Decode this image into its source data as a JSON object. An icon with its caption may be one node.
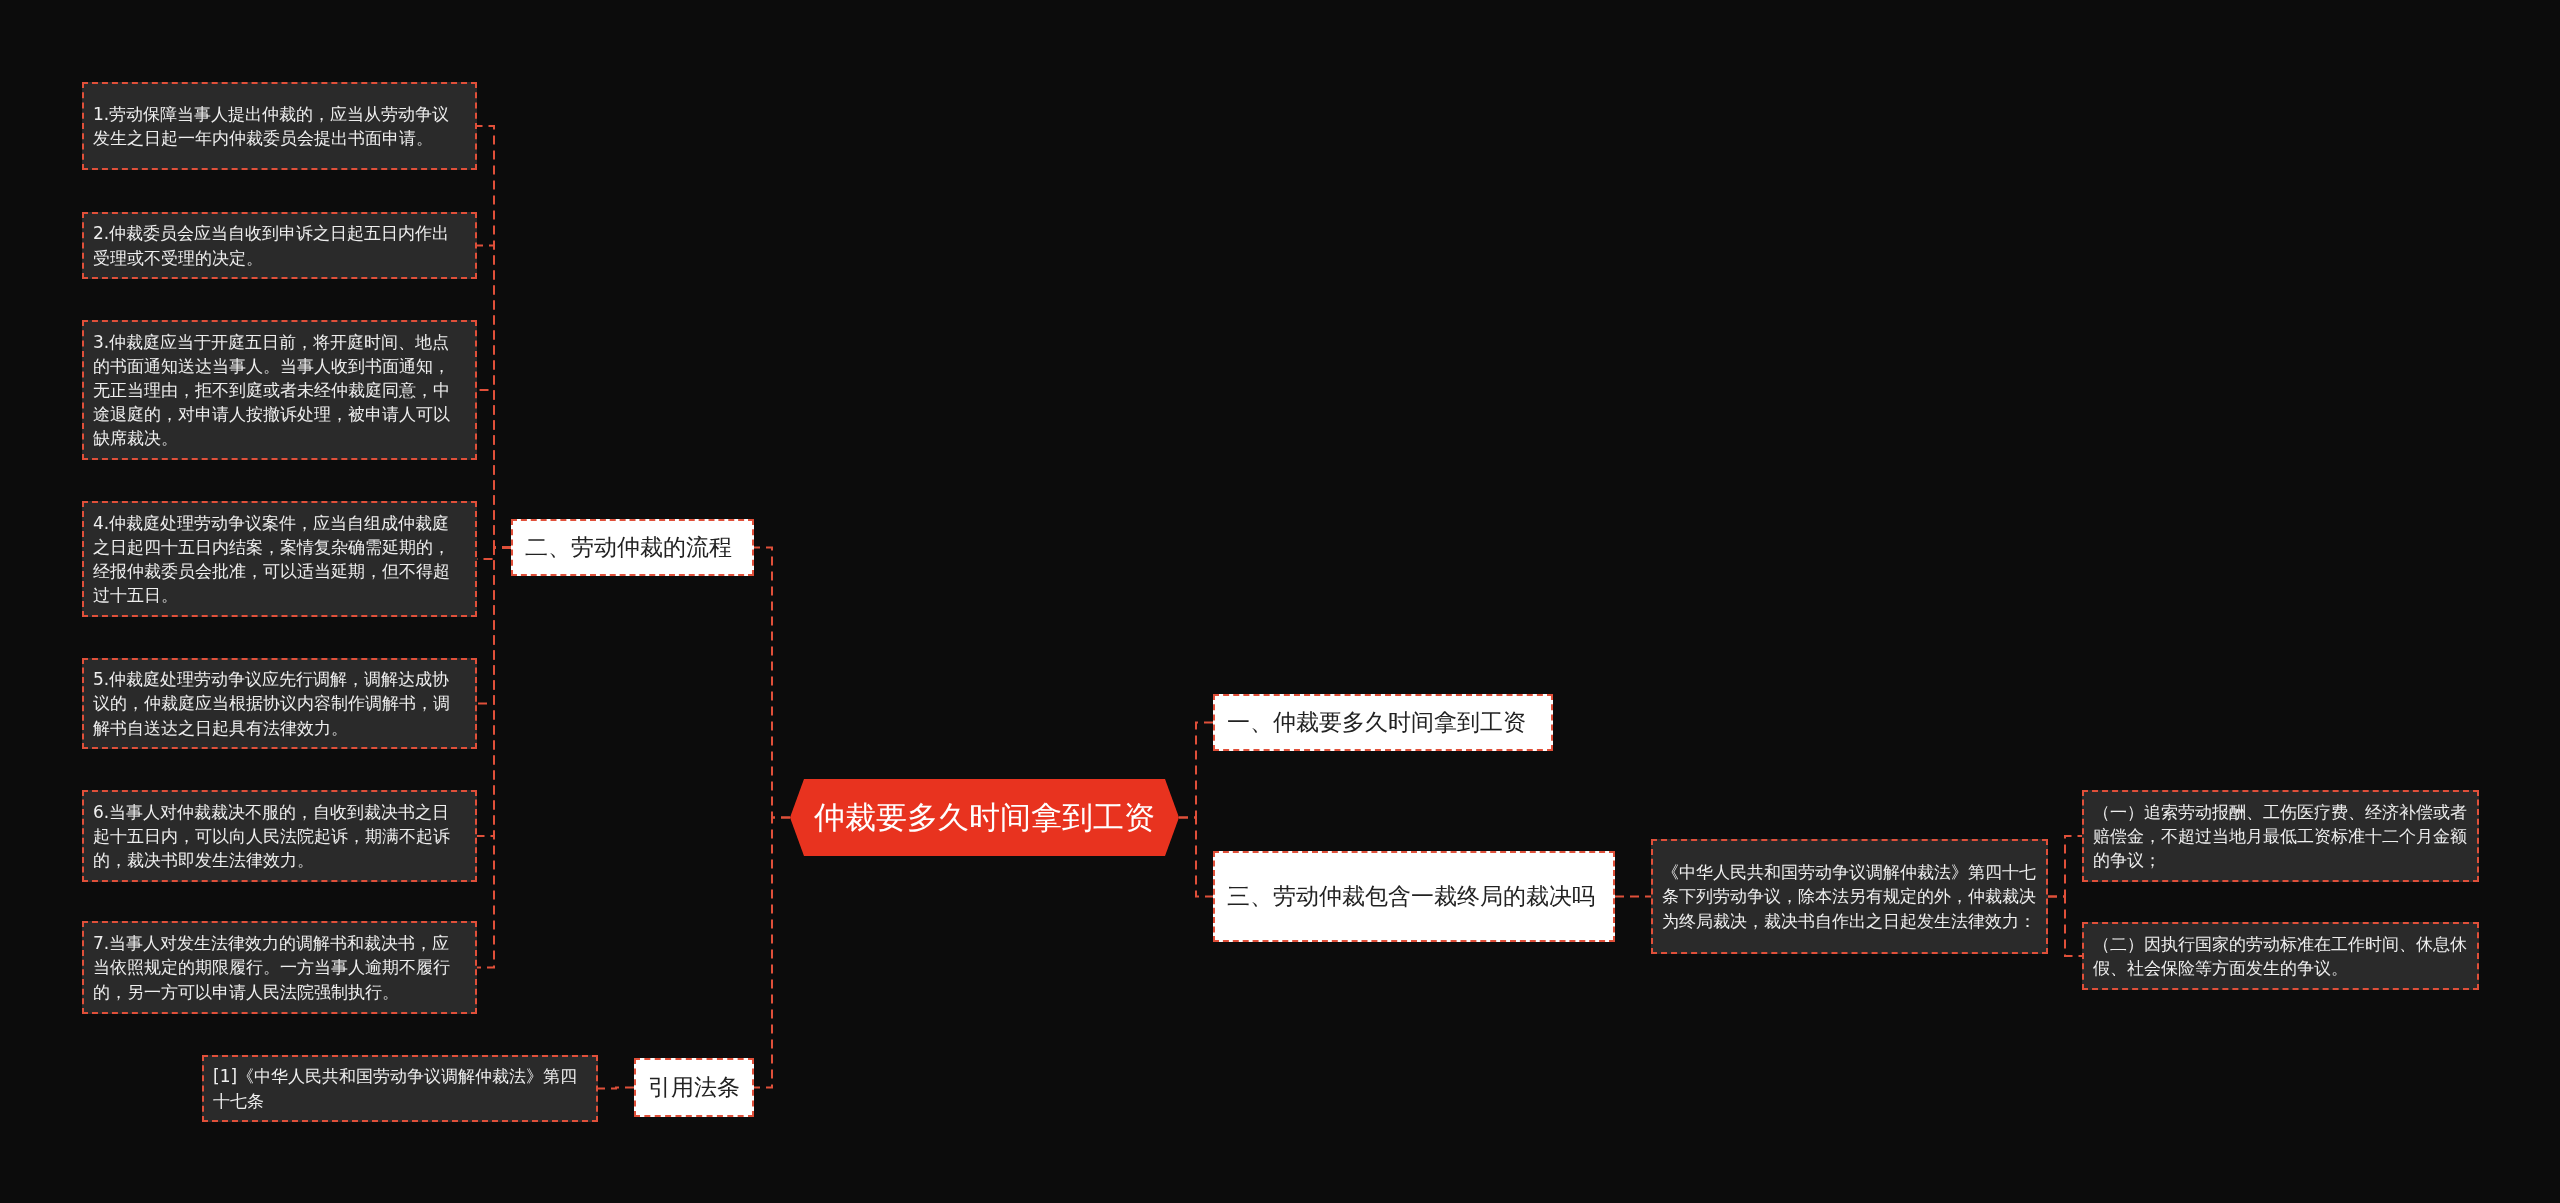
{
  "diagram": {
    "nodes": [
      {
        "text": [
          "仲裁要多久时间拿到工资"
        ]
      },
      {
        "text": [
          "一、仲裁要多久时间拿到工资"
        ]
      },
      {
        "text": [
          "二、劳动仲裁的流程"
        ]
      },
      {
        "text": [
          "三、劳动仲裁包含一裁终局的裁决吗"
        ]
      },
      {
        "text": [
          "引用法条"
        ]
      },
      {
        "text": [
          "1.劳动保障当事人提出仲裁的，应当从劳动争议发生之日起一年内仲裁委员会提出书面申请。"
        ]
      },
      {
        "text": [
          "2.仲裁委员会应当自收到申诉之日起五日内作出受理或不受理的决定。"
        ]
      },
      {
        "text": [
          "3.仲裁庭应当于开庭五日前，将开庭时间、地点的书面通知送达当事人。当事人收到书面通知，无正当理由，拒不到庭或者未经仲裁庭同意，中途退庭的，对申请人按撤诉处理，被申请人可以缺席裁决。"
        ]
      },
      {
        "text": [
          "4.仲裁庭处理劳动争议案件，应当自组成仲裁庭之日起四十五日内结案，案情复杂确需延期的，经报仲裁委员会批准，可以适当延期，但不得超过十五日。"
        ]
      },
      {
        "text": [
          "5.仲裁庭处理劳动争议应先行调解，调解达成协议的，仲裁庭应当根据协议内容制作调解书，调解书自送达之日起具有法律效力。"
        ]
      },
      {
        "text": [
          "6.当事人对仲裁裁决不服的，自收到裁决书之日起十五日内，可以向人民法院起诉，期满不起诉的，裁决书即发生法律效力。"
        ]
      },
      {
        "text": [
          "7.当事人对发生法律效力的调解书和裁决书，应当依照规定的期限履行。一方当事人逾期不履行的，另一方可以申请人民法院强制执行。"
        ]
      },
      {
        "text": [
          "[1]《中华人民共和国劳动争议调解仲裁法》第四十七条"
        ]
      },
      {
        "text": [
          "《中华人民共和国劳动争议调解仲裁法》第四十七条下列劳动争议，除本法另有规定的外，仲裁裁决为终局裁决，裁决书自作出之日起发生法律效力："
        ]
      },
      {
        "text": [
          "（一）追索劳动报酬、工伤医疗费、经济补偿或者赔偿金，不超过当地月最低工资标准十二个月金额的争议；"
        ]
      },
      {
        "text": [
          "（二）因执行国家的劳动标准在工作时间、休息休假、社会保险等方面发生的争议。"
        ]
      }
    ],
    "edges": [
      {
        "from": 0,
        "to": 1,
        "arrow": "none",
        "style": "dashed"
      },
      {
        "from": 0,
        "to": 2,
        "arrow": "none",
        "style": "dashed"
      },
      {
        "from": 0,
        "to": 3,
        "arrow": "none",
        "style": "dashed"
      },
      {
        "from": 0,
        "to": 4,
        "arrow": "none",
        "style": "dashed"
      },
      {
        "from": 2,
        "to": 5,
        "arrow": "none",
        "style": "dashed"
      },
      {
        "from": 2,
        "to": 6,
        "arrow": "none",
        "style": "dashed"
      },
      {
        "from": 2,
        "to": 7,
        "arrow": "none",
        "style": "dashed"
      },
      {
        "from": 2,
        "to": 8,
        "arrow": "none",
        "style": "dashed"
      },
      {
        "from": 2,
        "to": 9,
        "arrow": "none",
        "style": "dashed"
      },
      {
        "from": 2,
        "to": 10,
        "arrow": "none",
        "style": "dashed"
      },
      {
        "from": 2,
        "to": 11,
        "arrow": "none",
        "style": "dashed"
      },
      {
        "from": 4,
        "to": 12,
        "arrow": "none",
        "style": "dashed"
      },
      {
        "from": 3,
        "to": 13,
        "arrow": "none",
        "style": "dashed"
      },
      {
        "from": 13,
        "to": 14,
        "arrow": "none",
        "style": "dashed"
      },
      {
        "from": 13,
        "to": 15,
        "arrow": "none",
        "style": "dashed"
      }
    ]
  }
}
